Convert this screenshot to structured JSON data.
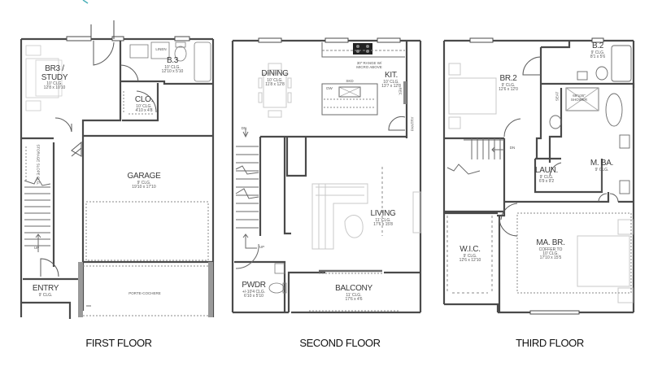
{
  "floors": [
    {
      "title": "FIRST FLOOR",
      "rooms": [
        {
          "name": "BR3 / STUDY",
          "line1": "BR3 /",
          "line2": "STUDY",
          "ceiling": "10' CLG.",
          "size": "12'8 x 10'10"
        },
        {
          "name": "B.3",
          "ceiling": "10' CLG.",
          "size": "12'10 x 5'10"
        },
        {
          "name": "CLO.",
          "ceiling": "10' CLG.",
          "size": "4'10 x 4'8"
        },
        {
          "name": "GARAGE",
          "ceiling": "9' CLG.",
          "size": "19'10 x 17'10"
        },
        {
          "name": "ENTRY",
          "ceiling": "9' CLG."
        }
      ],
      "annotations": {
        "linen": "LINEN",
        "storage": "STORAGE SLOPE CLG.",
        "porte_cochere": "PORTE-COCHERE",
        "stairs": "UP"
      }
    },
    {
      "title": "SECOND FLOOR",
      "rooms": [
        {
          "name": "DINING",
          "ceiling": "10' CLG.",
          "size": "11'8 x 12'8"
        },
        {
          "name": "KIT.",
          "ceiling": "10' CLG.",
          "size": "13'7 x 12'8"
        },
        {
          "name": "LIVING",
          "ceiling": "11' CLG.",
          "size": "17'6 x 15'8"
        },
        {
          "name": "PWDR",
          "ceiling": "+/-10'4 CLG.",
          "size": "6'10 x 5'10"
        },
        {
          "name": "BALCONY",
          "ceiling": "11' CLG.",
          "size": "17'6 x 4'6"
        }
      ],
      "annotations": {
        "range": "30\" RANGE W/",
        "micro": "MICRO ABOVE",
        "sink": "SKD",
        "dw": "DW",
        "ref": "REF.",
        "pantry": "PANTRY",
        "stairs_up": "UP",
        "stairs_down": "DN"
      }
    },
    {
      "title": "THIRD FLOOR",
      "rooms": [
        {
          "name": "BR.2",
          "ceiling": "9' CLG.",
          "size": "12'6 x 12'0"
        },
        {
          "name": "B.2",
          "ceiling": "9' CLG.",
          "size": "8'1 x 5'6"
        },
        {
          "name": "M. BA.",
          "ceiling": "9' CLG."
        },
        {
          "name": "LAUN.",
          "ceiling": "9' CLG.",
          "size": "6'9 x 9'2"
        },
        {
          "name": "W.I.C.",
          "ceiling": "9' CLG.",
          "size": "12'6 x 12'10"
        },
        {
          "name": "MA. BR.",
          "ceiling_1": "COFFER TO",
          "ceiling": "10' CLG.",
          "size": "17'10 x 15'5"
        }
      ],
      "annotations": {
        "seat": "SEAT",
        "shower": "66\"x36\" SHOWER",
        "stairs": "DN"
      }
    }
  ],
  "colors": {
    "wall": "#4a4a4a",
    "furniture": "#c8c8c8",
    "dashed": "#8a8a8a",
    "accent_mark": "#4ab0b8"
  }
}
